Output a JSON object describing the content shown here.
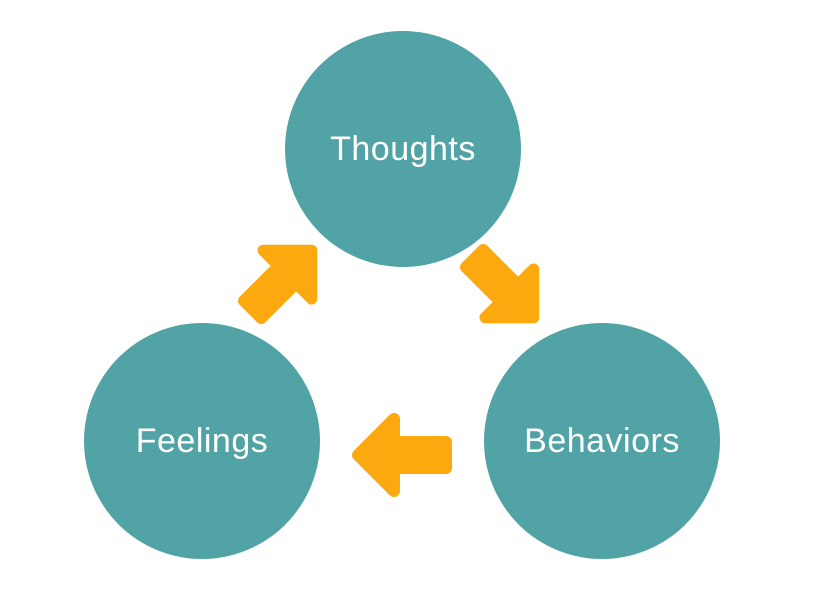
{
  "colors": {
    "background": "#ffffff",
    "node_fill": "#52a3a6",
    "node_text": "#ffffff",
    "arrow_fill": "#fba90f"
  },
  "nodes": [
    {
      "id": "thoughts",
      "label": "Thoughts"
    },
    {
      "id": "feelings",
      "label": "Feelings"
    },
    {
      "id": "behaviors",
      "label": "Behaviors"
    }
  ],
  "arrows": [
    {
      "from": "feelings",
      "to": "thoughts",
      "direction": "up-right"
    },
    {
      "from": "thoughts",
      "to": "behaviors",
      "direction": "down-right"
    },
    {
      "from": "behaviors",
      "to": "feelings",
      "direction": "left"
    }
  ]
}
